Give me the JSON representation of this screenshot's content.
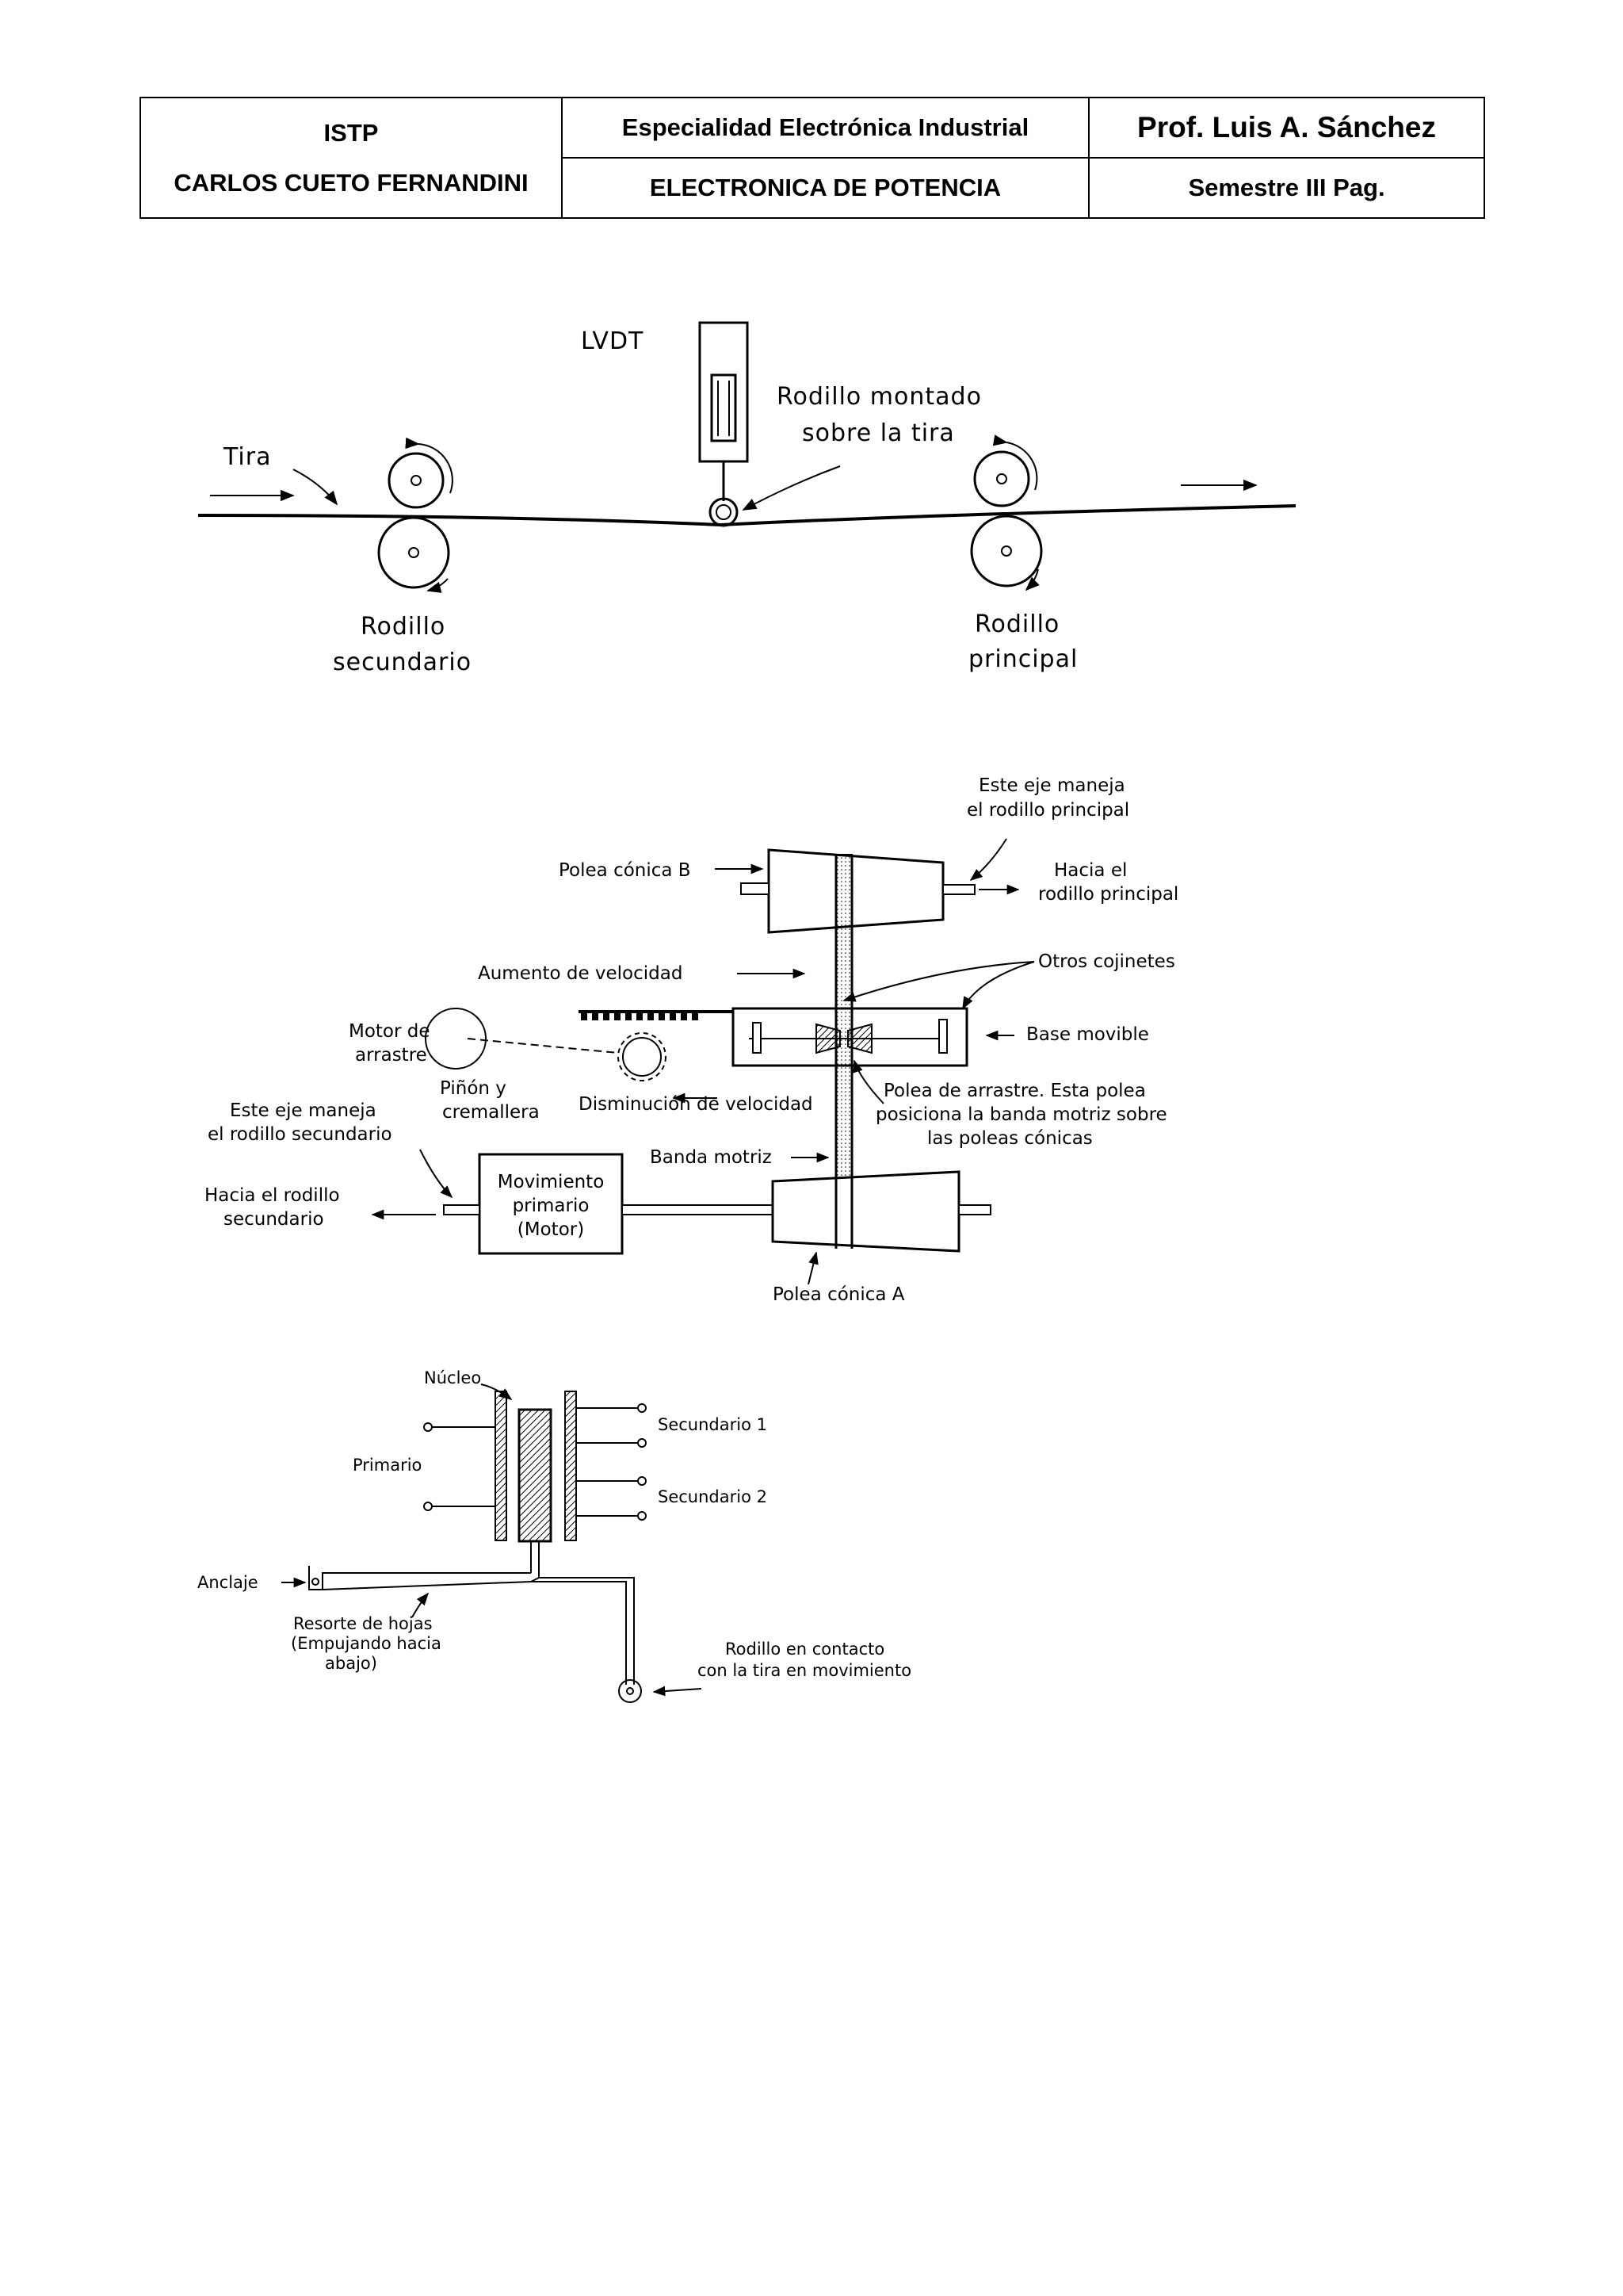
{
  "header": {
    "institute_line1": "ISTP",
    "institute_line2": "CARLOS CUETO FERNANDINI",
    "specialty": "Especialidad Electrónica Industrial",
    "professor": "Prof.  Luis  A.  Sánchez",
    "course": "ELECTRONICA  DE POTENCIA",
    "semester": "Semestre  III   Pag."
  },
  "figure1": {
    "lvdt": "LVDT",
    "roller_mounted_1": "Rodillo montado",
    "roller_mounted_2": "sobre la tira",
    "strip": "Tira",
    "secondary_1": "Rodillo",
    "secondary_2": "secundario",
    "principal_1": "Rodillo",
    "principal_2": "principal"
  },
  "figure2": {
    "axis_main_1": "Este eje maneja",
    "axis_main_2": "el rodillo principal",
    "pulley_b": "Polea cónica B",
    "to_main_1": "Hacia el",
    "to_main_2": "rodillo principal",
    "speed_up": "Aumento de velocidad",
    "other_bearings": "Otros cojinetes",
    "drive_motor_1": "Motor de",
    "drive_motor_2": "arrastre",
    "movable_base": "Base  movible",
    "pinion_1": "Piñón  y",
    "pinion_2": "cremallera",
    "slow_down": "Disminución de velocidad",
    "drag_pulley_1": "Polea de arrastre.  Esta polea",
    "drag_pulley_2": "posiciona la banda motriz sobre",
    "drag_pulley_3": "las poleas cónicas",
    "axis_sec_1": "Este eje maneja",
    "axis_sec_2": "el rodillo secundario",
    "drive_belt": "Banda motriz",
    "to_sec_1": "Hacia el rodillo",
    "to_sec_2": "secundario",
    "primary_move_1": "Movimiento",
    "primary_move_2": "primario",
    "primary_move_3": "(Motor)",
    "pulley_a": "Polea cónica A"
  },
  "figure3": {
    "core": "Núcleo",
    "secondary1": "Secundario 1",
    "primary": "Primario",
    "secondary2": "Secundario 2",
    "anchor": "Anclaje",
    "leaf_spring_1": "Resorte  de  hojas",
    "leaf_spring_2": "(Empujando hacia",
    "leaf_spring_3": "abajo)",
    "roller_contact_1": "Rodillo en contacto",
    "roller_contact_2": "con la tira en movimiento"
  }
}
